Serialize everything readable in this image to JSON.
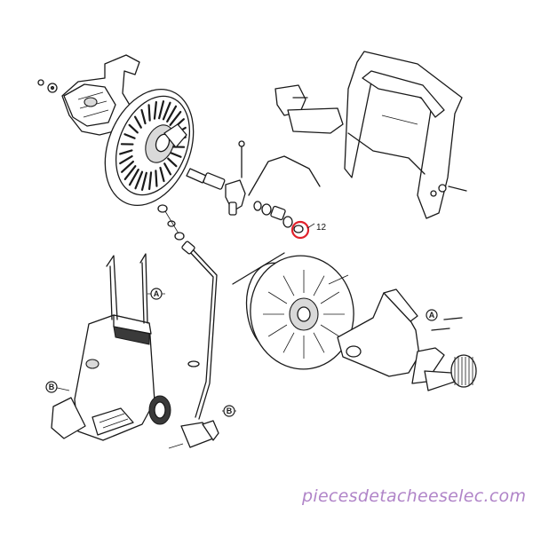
{
  "callout": {
    "part_number": "12",
    "highlight_color": "#e0202a"
  },
  "ref_labels": {
    "a": "A",
    "b": "B"
  },
  "watermark": {
    "text": "piecesdetacheeselec.com",
    "color": "#b084c8"
  }
}
